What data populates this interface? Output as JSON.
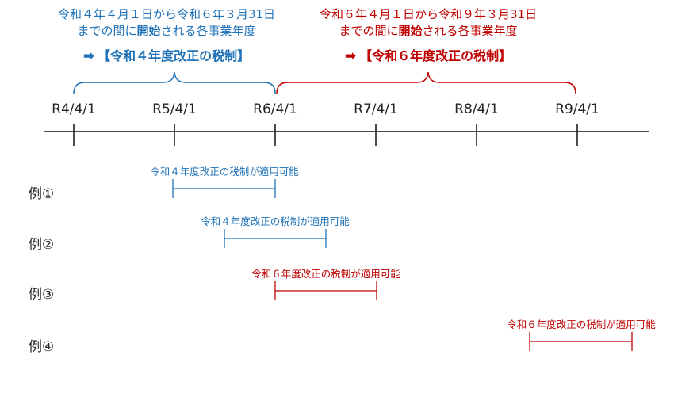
{
  "periods": [
    {
      "line1": "令和４年４月１日から令和６年３月31日",
      "line2_pre": "までの間に",
      "line2_em": "開始",
      "line2_post": "される各事業年度",
      "arrow": "➡",
      "title": "【令和４年度改正の税制】",
      "color": "#1f72b8"
    },
    {
      "line1": "令和６年４月１日から令和９年３月31日",
      "line2_pre": "までの間に",
      "line2_em": "開始",
      "line2_post": "される各事業年度",
      "arrow": "➡",
      "title": "【令和６年度改正の税制】",
      "color": "#c00000"
    }
  ],
  "timeline": {
    "ticks": [
      "R4/4/1",
      "R5/4/1",
      "R6/4/1",
      "R7/4/1",
      "R8/4/1",
      "R9/4/1"
    ]
  },
  "examples": [
    {
      "label": "例①",
      "text": "令和４年度改正の税制が適用可能",
      "color": "#1f72b8"
    },
    {
      "label": "例②",
      "text": "令和４年度改正の税制が適用可能",
      "color": "#1f72b8"
    },
    {
      "label": "例③",
      "text": "令和６年度改正の税制が適用可能",
      "color": "#c00000"
    },
    {
      "label": "例④",
      "text": "令和６年度改正の税制が適用可能",
      "color": "#c00000"
    }
  ]
}
